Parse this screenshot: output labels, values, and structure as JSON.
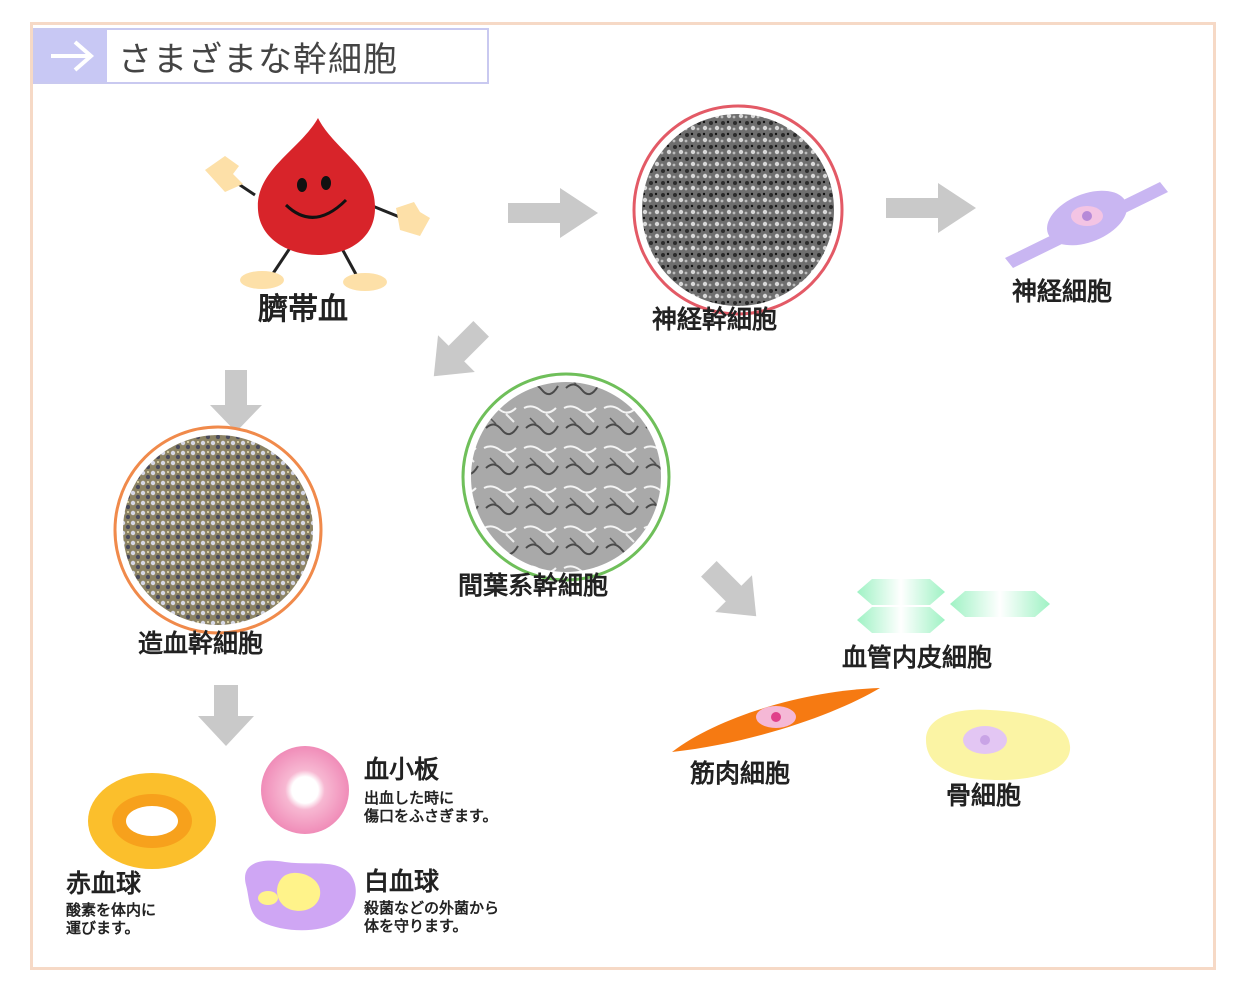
{
  "title": "さまざまな幹細胞",
  "source": "臍帯血",
  "stem_cells": {
    "neural": "神経幹細胞",
    "mesenchymal": "間葉系幹細胞",
    "hematopoietic": "造血幹細胞"
  },
  "derived": {
    "neuron": "神経細胞",
    "endothelial": "血管内皮細胞",
    "muscle": "筋肉細胞",
    "bone": "骨細胞"
  },
  "blood_cells": {
    "platelet": {
      "name": "血小板",
      "desc_line1": "出血した時に",
      "desc_line2": "傷口をふさぎます。"
    },
    "red": {
      "name": "赤血球",
      "desc_line1": "酸素を体内に",
      "desc_line2": "運びます。"
    },
    "white": {
      "name": "白血球",
      "desc_line1": "殺菌などの外菌から",
      "desc_line2": "体を守ります。"
    }
  }
}
